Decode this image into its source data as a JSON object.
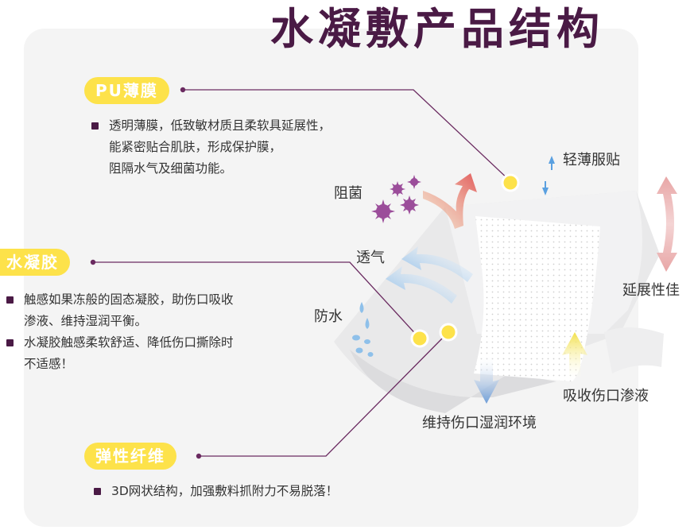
{
  "title": "水凝敷产品结构",
  "sections": {
    "pu": {
      "tag": "PU薄膜",
      "lines": [
        "透明薄膜，低致敏材质且柔软具延展性，",
        "能紧密贴合肌肤，形成保护膜，",
        "阻隔水气及细菌功能。"
      ]
    },
    "gel": {
      "tag": "水凝胶",
      "items": [
        {
          "lines": [
            "触感如果冻般的固态凝胶，助伤口吸收",
            "渗液、维持湿润平衡。"
          ]
        },
        {
          "lines": [
            "水凝胶触感柔软舒适、降低伤口撕除时",
            "不适感！"
          ]
        }
      ]
    },
    "fiber": {
      "tag": "弹性纤维",
      "lines": [
        "3D网状结构，加强敷料抓附力不易脱落！"
      ]
    }
  },
  "labels": {
    "thin_fit": "轻薄服贴",
    "antibacterial": "阻菌",
    "breathable": "透气",
    "waterproof": "防水",
    "stretch": "延展性佳",
    "absorb": "吸收伤口渗液",
    "moist": "维持伤口湿润环境"
  },
  "colors": {
    "title": "#4a1a45",
    "tag_fill": "#fde24a",
    "bullet": "#4a1a45",
    "leader_line": "#6a2a60",
    "bacteria": "#9b4d9a",
    "arrow_red": "#e06a6a",
    "arrow_blue": "#6aa8e0",
    "arrow_yellow": "#f0dc4a",
    "stretch_arrow": "#e8a6a6"
  }
}
